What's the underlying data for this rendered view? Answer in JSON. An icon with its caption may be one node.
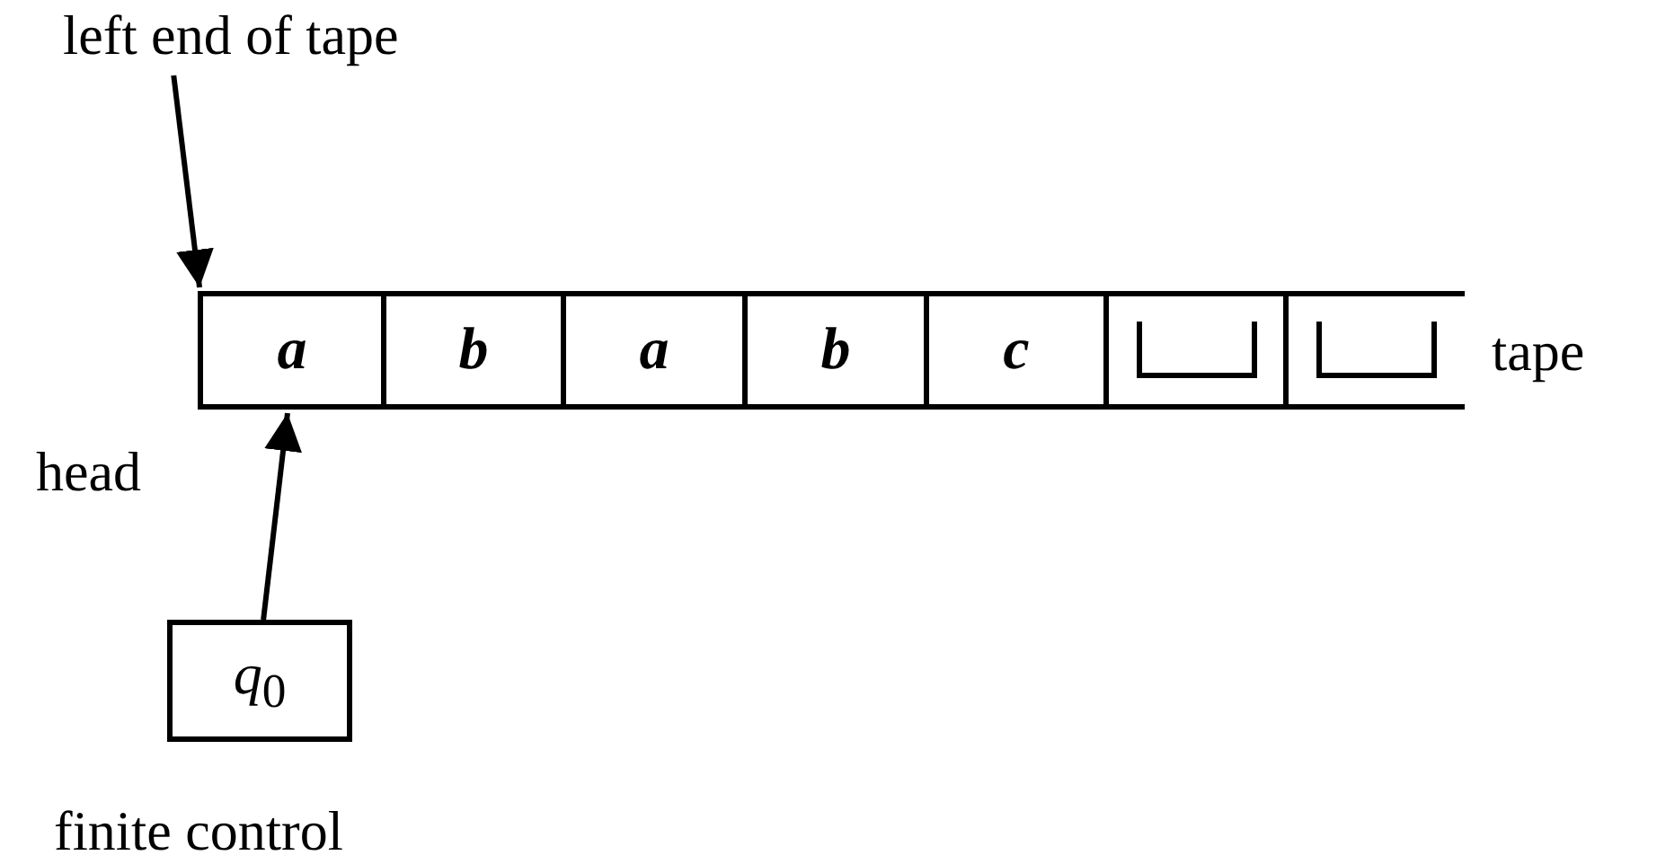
{
  "diagram": {
    "nodes": [
      {
        "text": [
          "left end of tape"
        ]
      },
      {
        "text": [
          "a"
        ]
      },
      {
        "text": [
          "b"
        ]
      },
      {
        "text": [
          "a"
        ]
      },
      {
        "text": [
          "b"
        ]
      },
      {
        "text": [
          "c"
        ]
      },
      {
        "text": [],
        "shape": "box"
      },
      {
        "text": [],
        "shape": "box"
      },
      {
        "text": [
          "*q*$_{0}$"
        ],
        "beside": [
          "finite control"
        ]
      }
    ],
    "edges": [
      {
        "from": 0,
        "to": 1,
        "arrow": "to"
      },
      {
        "from": 8,
        "to": 1,
        "arrow": "to"
      }
    ],
    "labels": [
      "tape",
      "head"
    ]
  }
}
